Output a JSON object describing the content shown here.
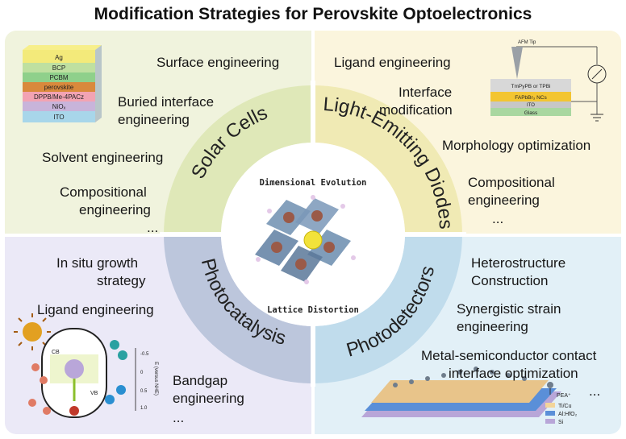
{
  "title": "Modification Strategies for Perovskite Optoelectronics",
  "center": {
    "top_label": "Dimensional Evolution",
    "bottom_label": "Lattice Distortion"
  },
  "solar_cells": {
    "ring_label": "Solar Cells",
    "strategies": [
      "Surface engineering",
      "Buried interface",
      "engineering",
      "Solvent engineering",
      "Compositional",
      "engineering",
      "..."
    ],
    "stack_layers": [
      "Ag",
      "BCP",
      "PCBM",
      "perovskite",
      "DPPB/Me-4PACz",
      "NiOₓ",
      "ITO"
    ]
  },
  "leds": {
    "ring_label": "Light-Emitting Diodes",
    "strategies": [
      "Ligand engineering",
      "Interface",
      "modification",
      "Morphology optimization",
      "Compositional",
      "engineering",
      "..."
    ],
    "device_labels": [
      "AFM Tip",
      "TmPyPB or TPBi",
      "FAPbBr₃ NCs",
      "ITO",
      "Glass"
    ]
  },
  "photocatalysis": {
    "ring_label": "Photocatalysis",
    "strategies": [
      "In situ growth",
      "strategy",
      "Ligand engineering",
      "Bandgap",
      "engineering",
      "..."
    ],
    "diagram_labels": [
      "CB",
      "VB",
      "E (versus NHE)",
      "-0.5",
      "0",
      "0.5",
      "1.0"
    ]
  },
  "photodetectors": {
    "ring_label": "Photodetectors",
    "strategies": [
      "Heterostructure",
      "Construction",
      "Synergistic strain",
      "engineering",
      "Metal-semiconductor contact",
      "interface optimization",
      "..."
    ],
    "legend": [
      "PEA⁺",
      "Ti/Cu",
      "Al:HfO₂",
      "Si"
    ]
  },
  "colors": {
    "solar": "#f0f3dd",
    "led": "#fbf5dd",
    "photocatalysis": "#ebe9f7",
    "photodetectors": "#e2f0f7",
    "ring_solar": "#dfe8b8",
    "ring_led": "#f0eab4",
    "ring_photocatalysis": "#bcc6dc",
    "ring_photodetectors": "#c0dcec"
  }
}
